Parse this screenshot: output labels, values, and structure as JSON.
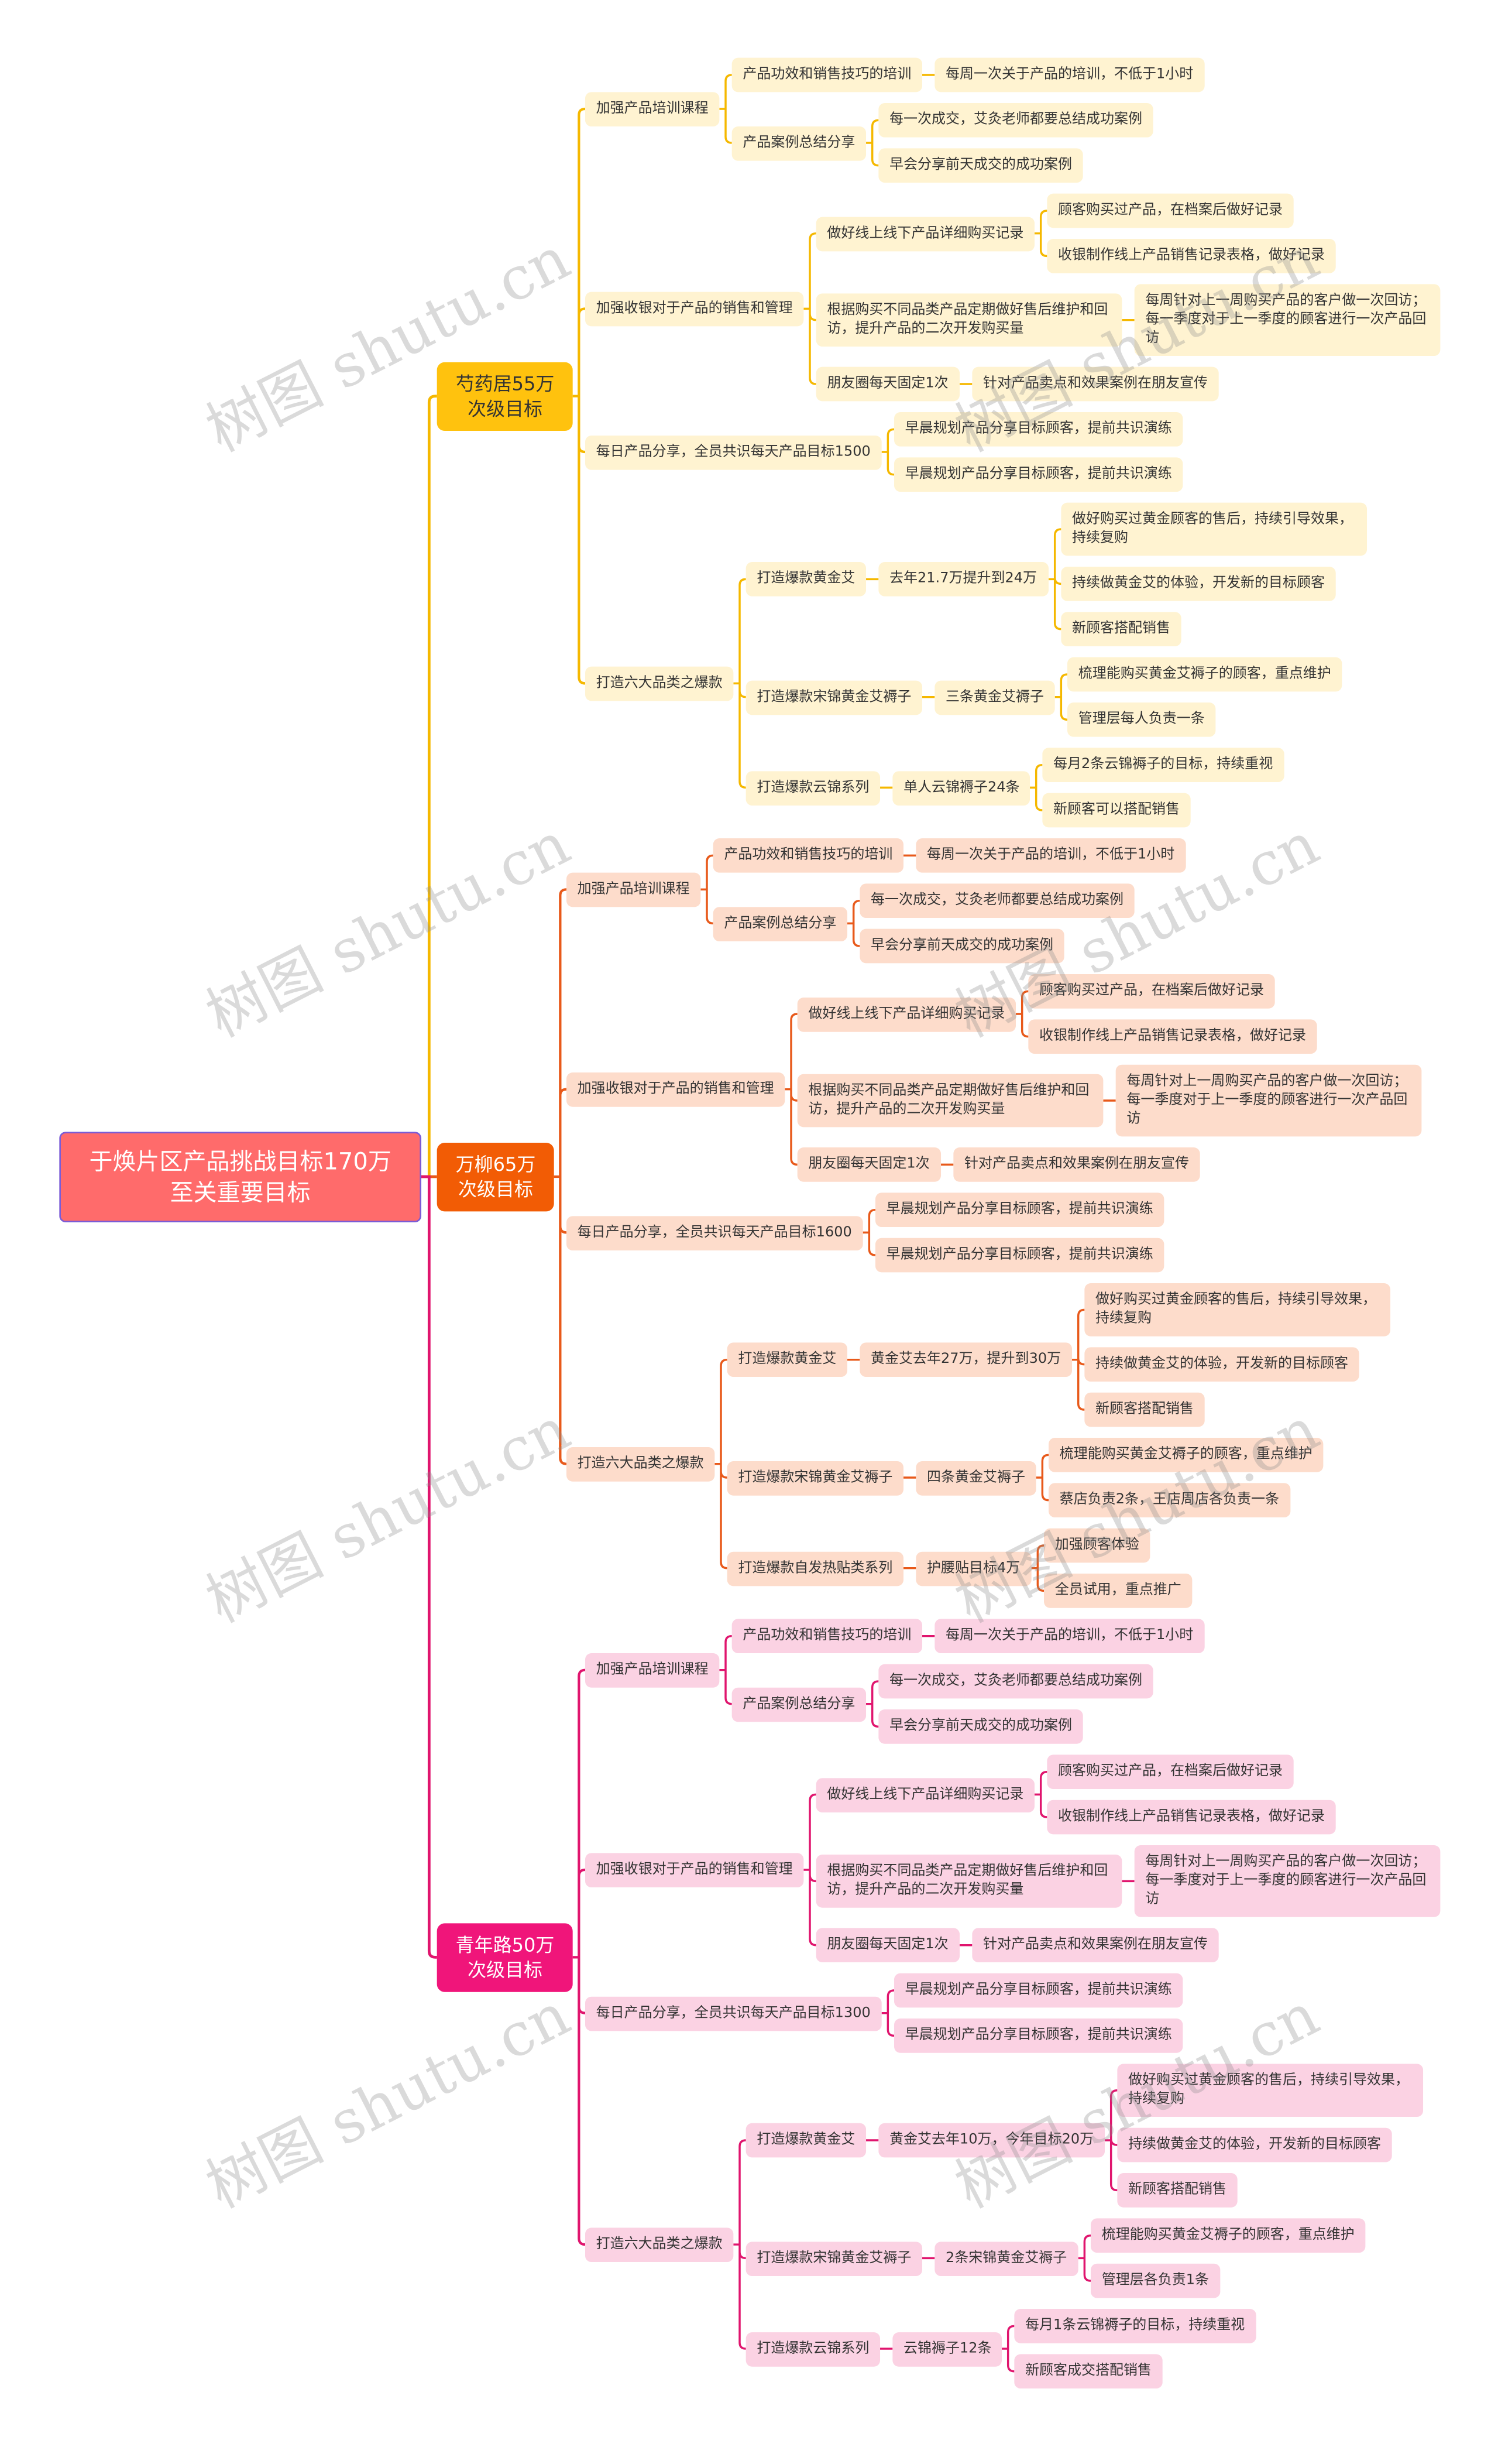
{
  "watermark": {
    "text": "树图 shutu.cn"
  },
  "colors": {
    "branch_lines": [
      "#F5B800",
      "#E8591A",
      "#E0156E"
    ]
  },
  "tree": {
    "text": "于焕片区产品挑战目标170万\n至关重要目标",
    "children": [
      {
        "text": "芍药居55万\n次级目标",
        "children": [
          {
            "text": "加强产品培训课程",
            "children": [
              {
                "text": "产品功效和销售技巧的培训",
                "children": [
                  {
                    "text": "每周一次关于产品的培训，不低于1小时"
                  }
                ]
              },
              {
                "text": "产品案例总结分享",
                "children": [
                  {
                    "text": "每一次成交，艾灸老师都要总结成功案例"
                  },
                  {
                    "text": "早会分享前天成交的成功案例"
                  }
                ]
              }
            ]
          },
          {
            "text": "加强收银对于产品的销售和管理",
            "children": [
              {
                "text": "做好线上线下产品详细购买记录",
                "children": [
                  {
                    "text": "顾客购买过产品，在档案后做好记录"
                  },
                  {
                    "text": "收银制作线上产品销售记录表格，做好记录"
                  }
                ]
              },
              {
                "text": "根据购买不同品类产品定期做好售后维护和回访，提升产品的二次开发购买量",
                "children": [
                  {
                    "text": "每周针对上一周购买产品的客户做一次回访；每一季度对于上一季度的顾客进行一次产品回访"
                  }
                ]
              },
              {
                "text": "朋友圈每天固定1次",
                "children": [
                  {
                    "text": "针对产品卖点和效果案例在朋友宣传"
                  }
                ]
              }
            ]
          },
          {
            "text": "每日产品分享，全员共识每天产品目标1500",
            "children": [
              {
                "text": "早晨规划产品分享目标顾客，提前共识演练"
              },
              {
                "text": "早晨规划产品分享目标顾客，提前共识演练"
              }
            ]
          },
          {
            "text": "打造六大品类之爆款",
            "children": [
              {
                "text": "打造爆款黄金艾",
                "children": [
                  {
                    "text": "去年21.7万提升到24万",
                    "children": [
                      {
                        "text": "做好购买过黄金顾客的售后，持续引导效果，持续复购"
                      },
                      {
                        "text": "持续做黄金艾的体验，开发新的目标顾客"
                      },
                      {
                        "text": "新顾客搭配销售"
                      }
                    ]
                  }
                ]
              },
              {
                "text": "打造爆款宋锦黄金艾褥子",
                "children": [
                  {
                    "text": "三条黄金艾褥子",
                    "children": [
                      {
                        "text": "梳理能购买黄金艾褥子的顾客，重点维护"
                      },
                      {
                        "text": "管理层每人负责一条"
                      }
                    ]
                  }
                ]
              },
              {
                "text": "打造爆款云锦系列",
                "children": [
                  {
                    "text": "单人云锦褥子24条",
                    "children": [
                      {
                        "text": "每月2条云锦褥子的目标，持续重视"
                      },
                      {
                        "text": "新顾客可以搭配销售"
                      }
                    ]
                  }
                ]
              }
            ]
          }
        ]
      },
      {
        "text": "万柳65万\n次级目标",
        "children": [
          {
            "text": "加强产品培训课程",
            "children": [
              {
                "text": "产品功效和销售技巧的培训",
                "children": [
                  {
                    "text": "每周一次关于产品的培训，不低于1小时"
                  }
                ]
              },
              {
                "text": "产品案例总结分享",
                "children": [
                  {
                    "text": "每一次成交，艾灸老师都要总结成功案例"
                  },
                  {
                    "text": "早会分享前天成交的成功案例"
                  }
                ]
              }
            ]
          },
          {
            "text": "加强收银对于产品的销售和管理",
            "children": [
              {
                "text": "做好线上线下产品详细购买记录",
                "children": [
                  {
                    "text": "顾客购买过产品，在档案后做好记录"
                  },
                  {
                    "text": "收银制作线上产品销售记录表格，做好记录"
                  }
                ]
              },
              {
                "text": "根据购买不同品类产品定期做好售后维护和回访，提升产品的二次开发购买量",
                "children": [
                  {
                    "text": "每周针对上一周购买产品的客户做一次回访；每一季度对于上一季度的顾客进行一次产品回访"
                  }
                ]
              },
              {
                "text": "朋友圈每天固定1次",
                "children": [
                  {
                    "text": "针对产品卖点和效果案例在朋友宣传"
                  }
                ]
              }
            ]
          },
          {
            "text": "每日产品分享，全员共识每天产品目标1600",
            "children": [
              {
                "text": "早晨规划产品分享目标顾客，提前共识演练"
              },
              {
                "text": "早晨规划产品分享目标顾客，提前共识演练"
              }
            ]
          },
          {
            "text": "打造六大品类之爆款",
            "children": [
              {
                "text": "打造爆款黄金艾",
                "children": [
                  {
                    "text": "黄金艾去年27万，提升到30万",
                    "children": [
                      {
                        "text": "做好购买过黄金顾客的售后，持续引导效果，持续复购"
                      },
                      {
                        "text": "持续做黄金艾的体验，开发新的目标顾客"
                      },
                      {
                        "text": "新顾客搭配销售"
                      }
                    ]
                  }
                ]
              },
              {
                "text": "打造爆款宋锦黄金艾褥子",
                "children": [
                  {
                    "text": "四条黄金艾褥子",
                    "children": [
                      {
                        "text": "梳理能购买黄金艾褥子的顾客，重点维护"
                      },
                      {
                        "text": "蔡店负责2条，王店周店各负责一条"
                      }
                    ]
                  }
                ]
              },
              {
                "text": "打造爆款自发热贴类系列",
                "children": [
                  {
                    "text": "护腰贴目标4万",
                    "children": [
                      {
                        "text": "加强顾客体验"
                      },
                      {
                        "text": "全员试用，重点推广"
                      }
                    ]
                  }
                ]
              }
            ]
          }
        ]
      },
      {
        "text": "青年路50万\n次级目标",
        "children": [
          {
            "text": "加强产品培训课程",
            "children": [
              {
                "text": "产品功效和销售技巧的培训",
                "children": [
                  {
                    "text": "每周一次关于产品的培训，不低于1小时"
                  }
                ]
              },
              {
                "text": "产品案例总结分享",
                "children": [
                  {
                    "text": "每一次成交，艾灸老师都要总结成功案例"
                  },
                  {
                    "text": "早会分享前天成交的成功案例"
                  }
                ]
              }
            ]
          },
          {
            "text": "加强收银对于产品的销售和管理",
            "children": [
              {
                "text": "做好线上线下产品详细购买记录",
                "children": [
                  {
                    "text": "顾客购买过产品，在档案后做好记录"
                  },
                  {
                    "text": "收银制作线上产品销售记录表格，做好记录"
                  }
                ]
              },
              {
                "text": "根据购买不同品类产品定期做好售后维护和回访，提升产品的二次开发购买量",
                "children": [
                  {
                    "text": "每周针对上一周购买产品的客户做一次回访；每一季度对于上一季度的顾客进行一次产品回访"
                  }
                ]
              },
              {
                "text": "朋友圈每天固定1次",
                "children": [
                  {
                    "text": "针对产品卖点和效果案例在朋友宣传"
                  }
                ]
              }
            ]
          },
          {
            "text": "每日产品分享，全员共识每天产品目标1300",
            "children": [
              {
                "text": "早晨规划产品分享目标顾客，提前共识演练"
              },
              {
                "text": "早晨规划产品分享目标顾客，提前共识演练"
              }
            ]
          },
          {
            "text": "打造六大品类之爆款",
            "children": [
              {
                "text": "打造爆款黄金艾",
                "children": [
                  {
                    "text": "黄金艾去年10万，今年目标20万",
                    "children": [
                      {
                        "text": "做好购买过黄金顾客的售后，持续引导效果，持续复购"
                      },
                      {
                        "text": "持续做黄金艾的体验，开发新的目标顾客"
                      },
                      {
                        "text": "新顾客搭配销售"
                      }
                    ]
                  }
                ]
              },
              {
                "text": "打造爆款宋锦黄金艾褥子",
                "children": [
                  {
                    "text": "2条宋锦黄金艾褥子",
                    "children": [
                      {
                        "text": "梳理能购买黄金艾褥子的顾客，重点维护"
                      },
                      {
                        "text": "管理层各负责1条"
                      }
                    ]
                  }
                ]
              },
              {
                "text": "打造爆款云锦系列",
                "children": [
                  {
                    "text": "云锦褥子12条",
                    "children": [
                      {
                        "text": "每月1条云锦褥子的目标，持续重视"
                      },
                      {
                        "text": "新顾客成交搭配销售"
                      }
                    ]
                  }
                ]
              }
            ]
          }
        ]
      }
    ]
  }
}
